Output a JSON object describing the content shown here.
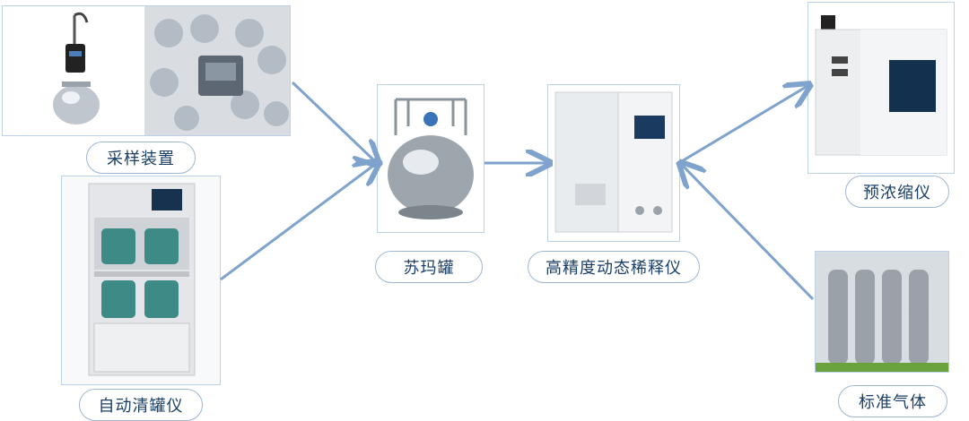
{
  "nodes": {
    "sampler": {
      "label": "采样装置"
    },
    "cleaner": {
      "label": "自动清罐仪"
    },
    "canister": {
      "label": "苏玛罐"
    },
    "diluter": {
      "label": "高精度动态稀释仪"
    },
    "preconc": {
      "label": "预浓缩仪"
    },
    "stdgas": {
      "label": "标准气体"
    }
  },
  "colors": {
    "arrow": "#7fa3cc",
    "label_border": "#9fb6d3",
    "label_text": "#1b3f66"
  },
  "edges": [
    {
      "from": "sampler",
      "to": "canister"
    },
    {
      "from": "cleaner",
      "to": "canister"
    },
    {
      "from": "canister",
      "to": "diluter"
    },
    {
      "from": "diluter",
      "to": "preconc"
    },
    {
      "from": "stdgas",
      "to": "diluter"
    }
  ]
}
